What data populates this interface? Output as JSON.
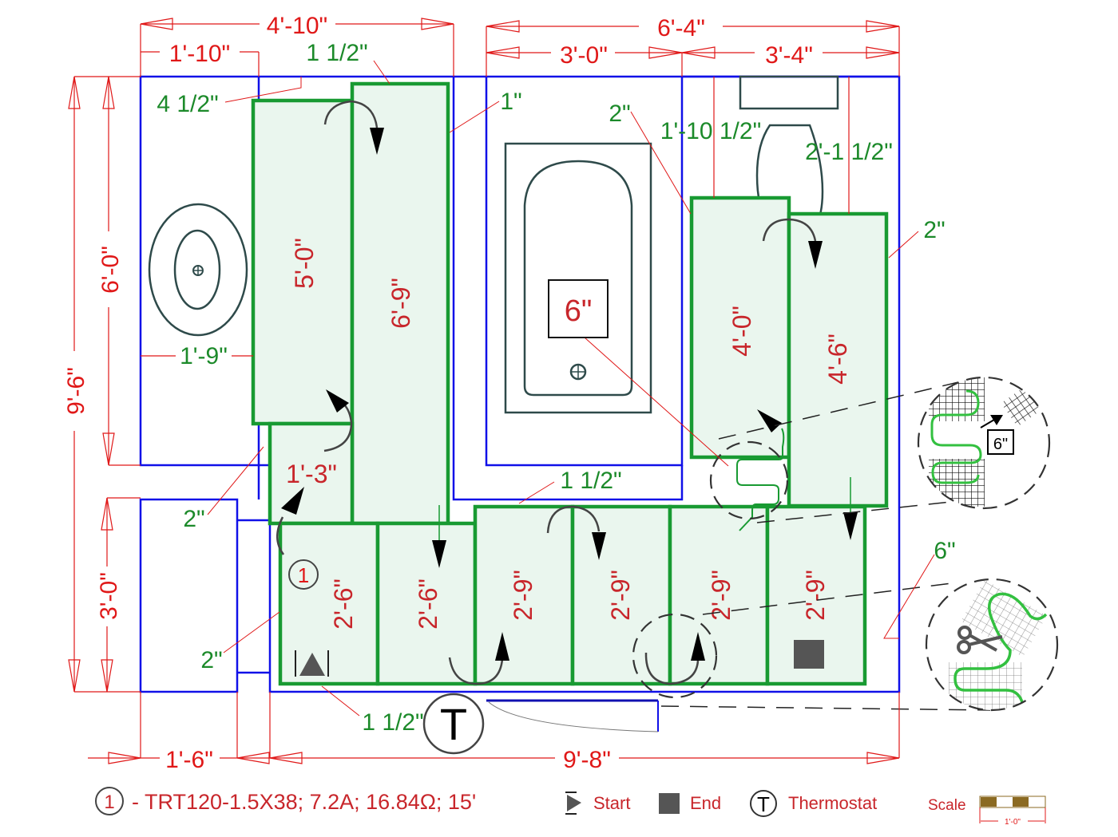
{
  "title": "Bathroom floor heating mat layout",
  "colors": {
    "wall": "#1010e8",
    "mat_stroke": "#189a32",
    "mat_fill": "#eaf6ee",
    "dimension_red": "#e01818",
    "dimension_green": "#1c8a2a",
    "mat_label": "#c8262b",
    "fixture": "#2e4a4a",
    "scale_bar": "#8b6a22"
  },
  "dimensions": {
    "top_overall_left": "4'-10\"",
    "top_left_sub": "1'-10\"",
    "top_overall_right": "6'-4\"",
    "top_right_sub_a": "3'-0\"",
    "top_right_sub_b": "3'-4\"",
    "left_overall": "9'-6\"",
    "left_upper": "6'-0\"",
    "left_lower": "3'-0\"",
    "bottom_left": "1'-6\"",
    "bottom_main": "9'-8\""
  },
  "clearances": {
    "top_mat_gap": "1 1/2\"",
    "vanity_gap": "4 1/2\"",
    "tub_side_gap": "1\"",
    "toilet_side_gap": "2\"",
    "toilet_left_clear": "1'-10 1/2\"",
    "toilet_right_clear": "2'-1 1/2\"",
    "right_wall_gap": "2\"",
    "vanity_width": "1'-9\"",
    "left_wall_gap_upper": "2\"",
    "left_wall_gap_lower": "2\"",
    "tub_front_gap": "1 1/2\"",
    "bottom_wall_gap": "1 1/2\"",
    "right_wall_gap_lower": "6\"",
    "tub_cable_gap": "6\""
  },
  "mats": [
    {
      "id": "mat-5-0",
      "label": "5'-0\""
    },
    {
      "id": "mat-6-9",
      "label": "6'-9\""
    },
    {
      "id": "mat-1-3",
      "label": "1'-3\""
    },
    {
      "id": "mat-2-6-a",
      "label": "2'-6\""
    },
    {
      "id": "mat-2-6-b",
      "label": "2'-6\""
    },
    {
      "id": "mat-2-9-a",
      "label": "2'-9\""
    },
    {
      "id": "mat-2-9-b",
      "label": "2'-9\""
    },
    {
      "id": "mat-2-9-c",
      "label": "2'-9\""
    },
    {
      "id": "mat-2-9-d",
      "label": "2'-9\""
    },
    {
      "id": "mat-4-0",
      "label": "4'-0\""
    },
    {
      "id": "mat-4-6",
      "label": "4'-6\""
    }
  ],
  "markers": {
    "circuit_number": "1",
    "thermostat_symbol": "T",
    "detail_cut_label": "6\""
  },
  "legend": {
    "circuit_number": "1",
    "circuit_spec": "- TRT120-1.5X38; 7.2A; 16.84Ω; 15'",
    "start_label": "Start",
    "end_label": "End",
    "thermostat_symbol": "T",
    "thermostat_label": "Thermostat",
    "scale_label": "Scale",
    "scale_value": "1'-0\""
  }
}
